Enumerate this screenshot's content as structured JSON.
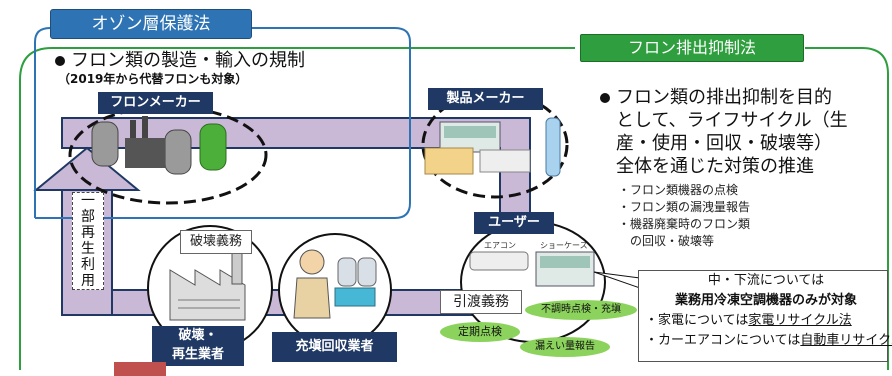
{
  "ozone": {
    "tab": "オゾン層保護法",
    "bullet": "フロン類の製造・輸入の規制",
    "note": "（2019年から代替フロンも対象）"
  },
  "freon_emission": {
    "tab": "フロン排出抑制法",
    "bullet_lines": [
      "フロン類の排出抑制を目的",
      "として、ライフサイクル（生",
      "産・使用・回収・破壊等）",
      "全体を通じた対策の推進"
    ],
    "sub_items": [
      "・フロン類機器の点検",
      "・フロン類の漏洩量報告",
      "・機器廃棄時のフロン類",
      "　の回収・破壊等"
    ]
  },
  "labels": {
    "freon_maker": "フロンメーカー",
    "product_maker": "製品メーカー",
    "user": "ユーザー",
    "recycle_vertical": [
      "一",
      "部",
      "再",
      "生",
      "利",
      "用"
    ],
    "destruction_duty": "破壊義務",
    "handover_duty": "引渡義務",
    "destroy_recycle": [
      "破壊・",
      "再生業者"
    ],
    "filling_recovery": "充塡回収業者",
    "ac_label": "エアコン",
    "showcase_label": "ショーケース"
  },
  "ovals": {
    "periodic": "定期点検",
    "irregular": "不調時点検・充塡",
    "leak_report": "漏えい量報告"
  },
  "note_box": {
    "line1": "中・下流については",
    "line2": "業務用冷凍空調機器のみが対象",
    "line3_prefix": "・家電については",
    "line3_link": "家電リサイクル法",
    "line4_prefix": "・カーエアコンについては",
    "line4_link": "自動車リサイクル法"
  },
  "colors": {
    "ozone_tab": "#2e74b5",
    "emission_tab": "#2e9e3e",
    "pipe_fill": "#c9b8d6",
    "pipe_stroke": "#1f3864",
    "dark_label": "#1f3864",
    "green_oval": "#8bd35c",
    "red_box": "#c0504d"
  }
}
